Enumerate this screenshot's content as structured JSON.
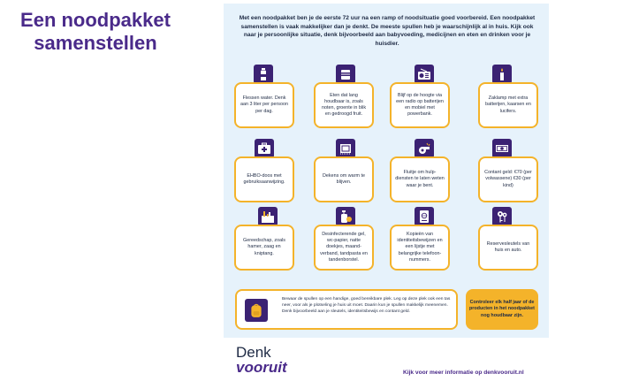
{
  "slide_title": "Een noodpakket samenstellen",
  "intro_text": "Met een noodpakket ben je de eerste 72 uur na een ramp of noodsituatie goed voorbereid. Een noodpakket samenstellen is vaak makkelijker dan je denkt. De meeste spullen heb je waarschijnlijk al in huis. Kijk ook naar je persoonlijke situatie, denk bijvoorbeeld aan babyvoeding, medicijnen en eten en drinken voor je huisdier.",
  "items": [
    {
      "icon": "water-bottle-icon",
      "text": "Flessen water. Denk aan 3 liter per persoon per dag."
    },
    {
      "icon": "food-can-icon",
      "text": "Eten dat lang houdbaar is, zoals noten, groente in blik en gedroogd fruit."
    },
    {
      "icon": "radio-icon",
      "text": "Blijf op de hoogte via een radio op batterijen en mobiel met powerbank."
    },
    {
      "icon": "candle-flashlight-icon",
      "text": "Zaklamp met extra batterijen, kaarsen en lucifers."
    },
    {
      "icon": "first-aid-kit-icon",
      "text": "EHBO-doos met gebruiksaanwijzing."
    },
    {
      "icon": "blanket-icon",
      "text": "Dekens om warm te blijven."
    },
    {
      "icon": "whistle-icon",
      "text": "Fluitje om hulp-diensten te laten weten waar je bent."
    },
    {
      "icon": "cash-icon",
      "text": "Contant geld: €70 (per volwassene) €30 (per kind)"
    },
    {
      "icon": "toolbox-icon",
      "text": "Gereedschap, zoals hamer, zaag en kniptang."
    },
    {
      "icon": "hygiene-icon",
      "text": "Desinfecterende gel, wc-papier, natte doekjes, maand-verband, tandpasta en tandenborstel."
    },
    {
      "icon": "passport-icon",
      "text": "Kopieën van identiteitsbewijzen en een lijstje met belangrijke telefoon-nummers."
    },
    {
      "icon": "keys-icon",
      "text": "Reservesleutels van huis en auto."
    }
  ],
  "tip_icon": "backpack-icon",
  "tip_text": "Bewaar de spullen op een handige, goed bereikbare plek. Leg op deze plek ook een tas neer, voor als je plotseling je huis uit moet. Daarin kun je spullen makkelijk meenemen. Denk bijvoorbeeld aan je sleutels, identiteitsbewijs en contant geld.",
  "check_text": "Controleer elk half jaar of de producten in het noodpakket nog houdbaar zijn.",
  "logo": {
    "line1": "Denk",
    "line2": "vooruit"
  },
  "footer_link": "Kijk voor meer informatie op denkvooruit.nl",
  "colors": {
    "purple": "#3b2273",
    "title_purple": "#4a2a8a",
    "yellow": "#f4b32a",
    "poster_bg": "#e6f2fb"
  }
}
